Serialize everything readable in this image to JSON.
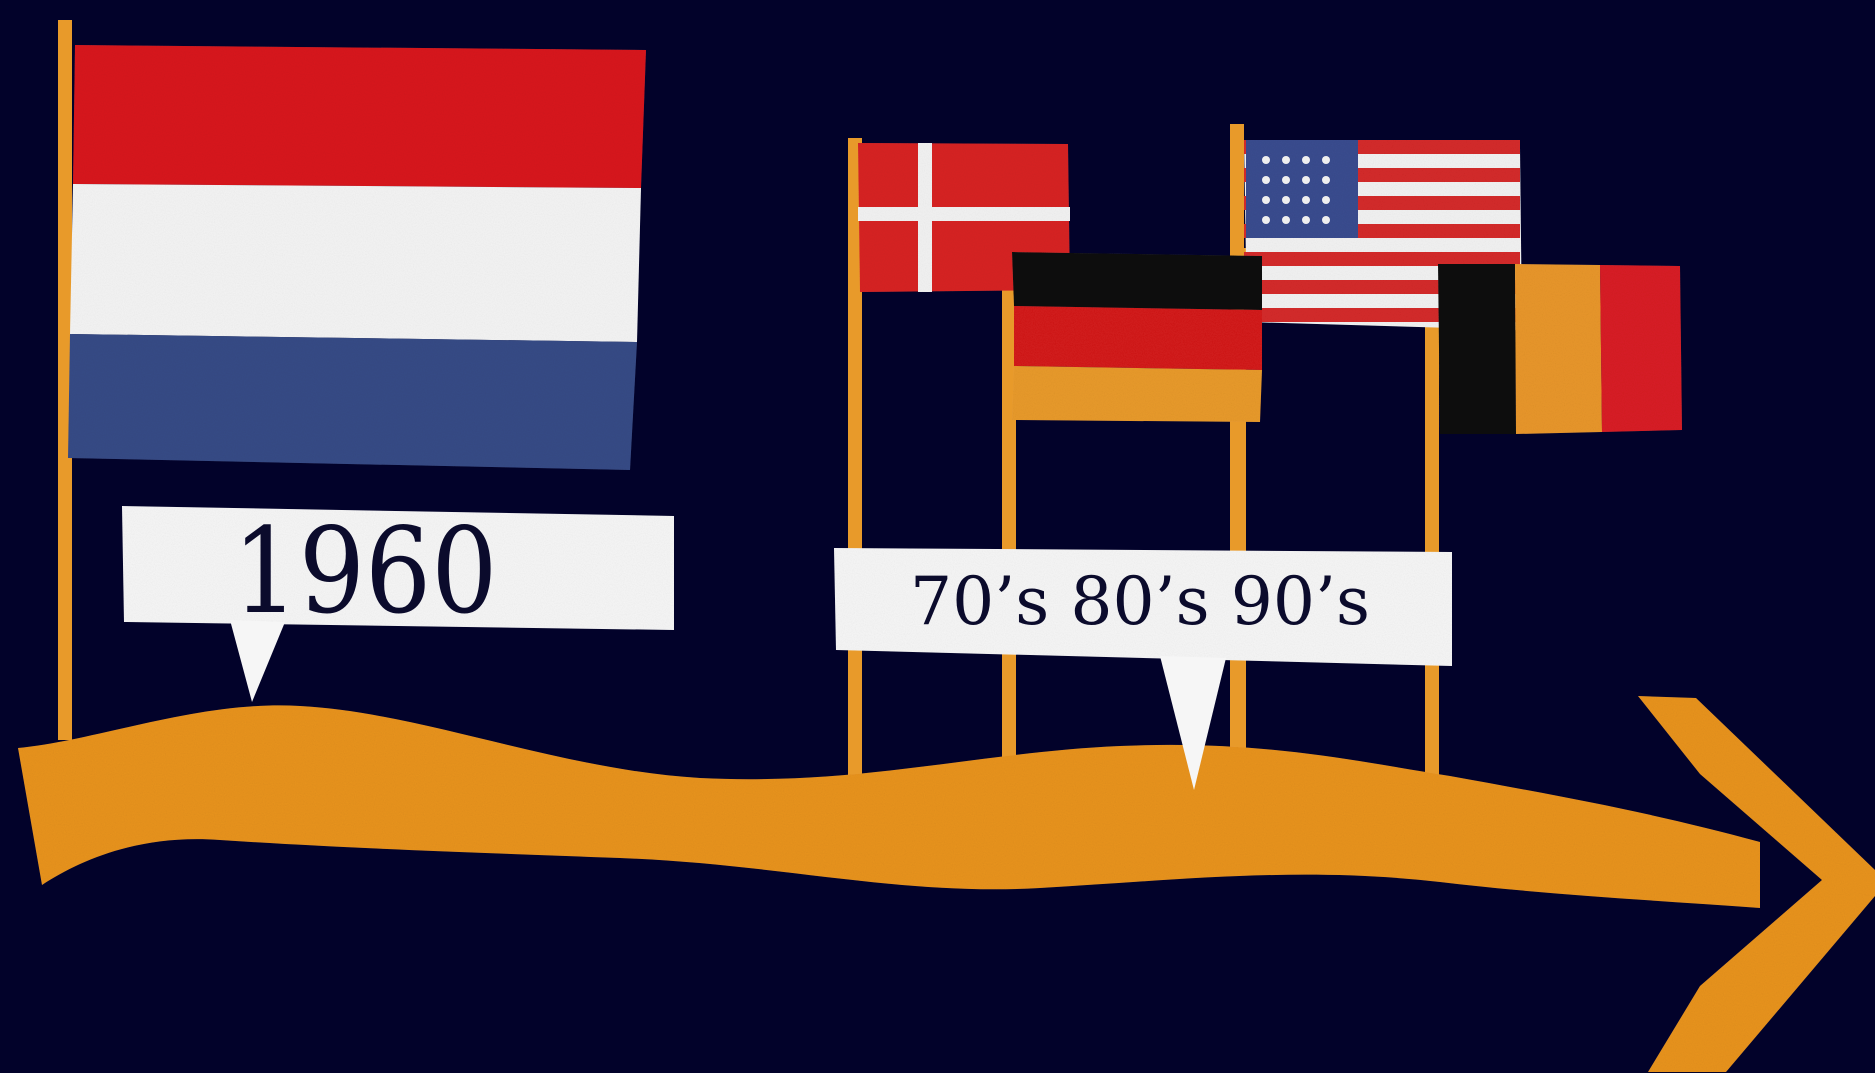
{
  "labels": {
    "left_label": "1960",
    "right_label": "70’s 80’s 90’s"
  },
  "colors": {
    "background": "#02022a",
    "pole": "#e89a2a",
    "arrow": "#e8931f",
    "label_card": "#f6f6f6"
  },
  "flags": [
    {
      "country": "Netherlands",
      "icon": "netherlands-flag-icon"
    },
    {
      "country": "Denmark",
      "icon": "denmark-flag-icon"
    },
    {
      "country": "Germany",
      "icon": "germany-flag-icon"
    },
    {
      "country": "United States",
      "icon": "usa-flag-icon"
    },
    {
      "country": "Belgium",
      "icon": "belgium-flag-icon"
    }
  ]
}
